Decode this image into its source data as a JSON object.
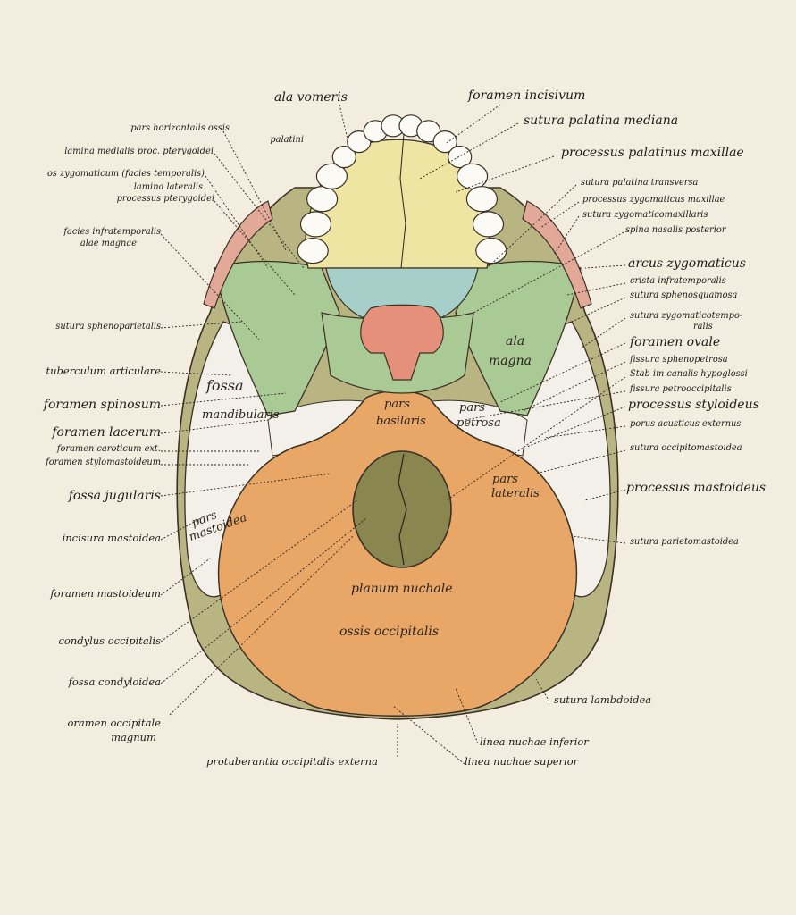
{
  "colors": {
    "background": "#f3ede0",
    "occipital": "#e8a766",
    "sphenoid": "#a9c995",
    "palate_maxilla": "#efe5a2",
    "vomer": "#e4907a",
    "palatine": "#a5cfc8",
    "zygomatic": "#e2a898",
    "temporal": "#f2f0e8",
    "parietal": "#b9b582"
  },
  "labels_left": [
    {
      "text": "pars horizontalis ossis"
    },
    {
      "text": "palatini"
    },
    {
      "text": "lamina medialis proc. pterygoidei"
    },
    {
      "text": "os zygomaticum (facies temporalis)"
    },
    {
      "text": "lamina lateralis"
    },
    {
      "text": "processus pterygoidei"
    },
    {
      "text": "facies infratemporalis"
    },
    {
      "text": "alae magnae"
    },
    {
      "text": "sutura sphenoparietalis"
    },
    {
      "text": "tuberculum articulare"
    },
    {
      "text": "foramen spinosum"
    },
    {
      "text": "foramen lacerum"
    },
    {
      "text": "foramen caroticum ext."
    },
    {
      "text": "foramen stylomastoideum"
    },
    {
      "text": "fossa jugularis"
    },
    {
      "text": "incisura mastoidea"
    },
    {
      "text": "foramen mastoideum"
    },
    {
      "text": "condylus occipitalis"
    },
    {
      "text": "fossa condyloidea"
    },
    {
      "text": "oramen occipitale"
    },
    {
      "text": "magnum"
    }
  ],
  "labels_right": [
    {
      "text": "ala vomeris"
    },
    {
      "text": "foramen incisivum"
    },
    {
      "text": "sutura palatina mediana"
    },
    {
      "text": "processus palatinus maxillae"
    },
    {
      "text": "sutura palatina transversa"
    },
    {
      "text": "processus zygomaticus maxillae"
    },
    {
      "text": "sutura zygomaticomaxillaris"
    },
    {
      "text": "spina nasalis posterior"
    },
    {
      "text": "arcus zygomaticus"
    },
    {
      "text": "crista infratemporalis"
    },
    {
      "text": "sutura sphenosquamosa"
    },
    {
      "text": "sutura zygomaticotempo-"
    },
    {
      "text": "ralis"
    },
    {
      "text": "foramen ovale"
    },
    {
      "text": "fissura sphenopetrosa"
    },
    {
      "text": "Stab im canalis hypoglossi"
    },
    {
      "text": "fissura petrooccipitalis"
    },
    {
      "text": "processus styloideus"
    },
    {
      "text": "porus acusticus externus"
    },
    {
      "text": "sutura occipitomastoidea"
    },
    {
      "text": "processus mastoideus"
    },
    {
      "text": "sutura parietomastoidea"
    },
    {
      "text": "sutura lambdoidea"
    },
    {
      "text": "linea nuchae inferior"
    },
    {
      "text": "linea nuchae superior"
    },
    {
      "text": "protuberantia occipitalis externa"
    }
  ],
  "region_labels": [
    {
      "text": "fossa"
    },
    {
      "text": "mandibularis"
    },
    {
      "text": "ala"
    },
    {
      "text": "magna"
    },
    {
      "text": "pars"
    },
    {
      "text": "basilaris"
    },
    {
      "text": "pars"
    },
    {
      "text": "petrosa"
    },
    {
      "text": "pars"
    },
    {
      "text": "lateralis"
    },
    {
      "text": "pars"
    },
    {
      "text": "mastoidea"
    },
    {
      "text": "planum nuchale"
    },
    {
      "text": "ossis occipitalis"
    }
  ]
}
